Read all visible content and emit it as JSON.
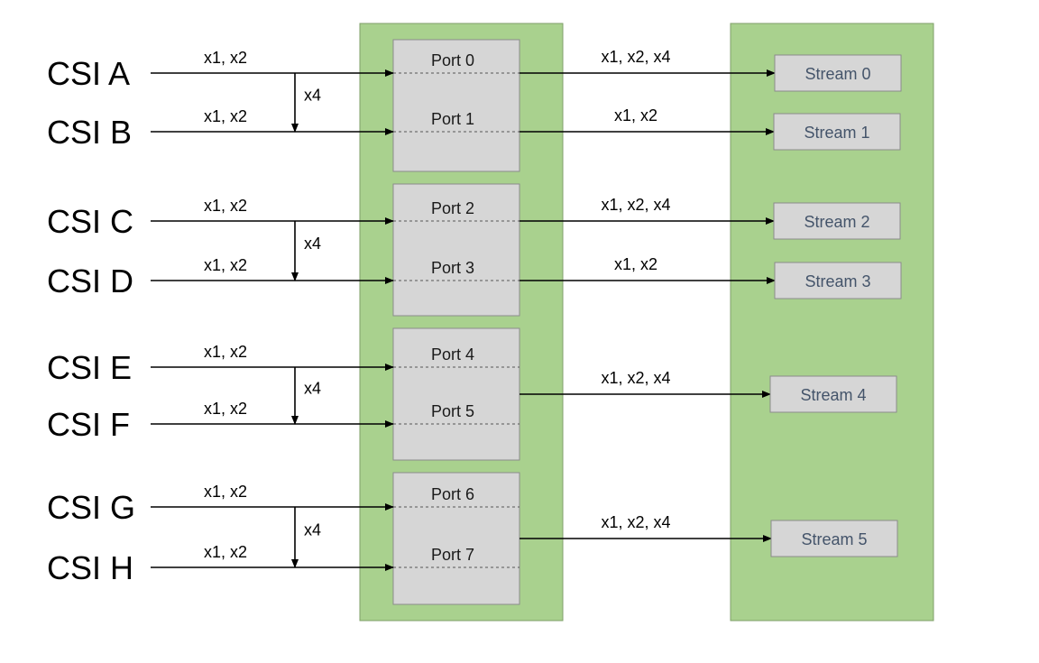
{
  "colors": {
    "panel_fill": "#a9d18e",
    "panel_stroke": "#7f9f6a",
    "box_fill": "#d6d6d6",
    "box_stroke": "#8c8c8c",
    "line": "#000000",
    "stream_text": "#44546a"
  },
  "csi_groups": [
    {
      "inputs": [
        {
          "label": "CSI A",
          "lanes": "x1, x2"
        },
        {
          "label": "CSI B",
          "lanes": "x1, x2"
        }
      ],
      "merge_label": "x4",
      "ports": [
        "Port 0",
        "Port 1"
      ],
      "outputs": [
        {
          "lanes": "x1, x2, x4",
          "stream": "Stream 0"
        },
        {
          "lanes": "x1, x2",
          "stream": "Stream 1"
        }
      ]
    },
    {
      "inputs": [
        {
          "label": "CSI C",
          "lanes": "x1, x2"
        },
        {
          "label": "CSI D",
          "lanes": "x1, x2"
        }
      ],
      "merge_label": "x4",
      "ports": [
        "Port 2",
        "Port 3"
      ],
      "outputs": [
        {
          "lanes": "x1, x2, x4",
          "stream": "Stream 2"
        },
        {
          "lanes": "x1, x2",
          "stream": "Stream 3"
        }
      ]
    },
    {
      "inputs": [
        {
          "label": "CSI E",
          "lanes": "x1, x2"
        },
        {
          "label": "CSI F",
          "lanes": "x1, x2"
        }
      ],
      "merge_label": "x4",
      "ports": [
        "Port 4",
        "Port 5"
      ],
      "outputs": [
        {
          "lanes": "x1, x2, x4",
          "stream": "Stream 4"
        }
      ]
    },
    {
      "inputs": [
        {
          "label": "CSI G",
          "lanes": "x1, x2"
        },
        {
          "label": "CSI H",
          "lanes": "x1, x2"
        }
      ],
      "merge_label": "x4",
      "ports": [
        "Port 6",
        "Port 7"
      ],
      "outputs": [
        {
          "lanes": "x1, x2, x4",
          "stream": "Stream 5"
        }
      ]
    }
  ]
}
